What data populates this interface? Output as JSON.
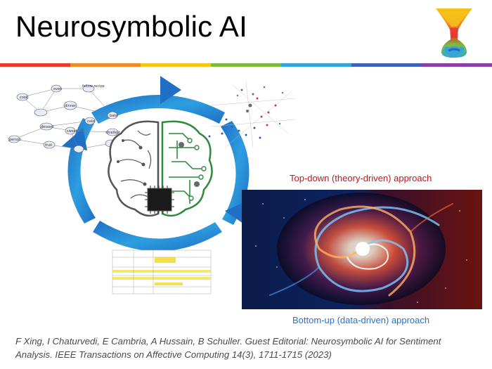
{
  "slide": {
    "title": "Neurosymbolic AI",
    "top_label": "Top-down (theory-driven) approach",
    "bottom_label": "Bottom-up (data-driven) approach",
    "citation": "F Xing, I Chaturvedi, E Cambria, A Hussain, B Schuller. Guest Editorial: Neurosymbolic AI for Sentiment Analysis. IEEE Transactions on Affective Computing 14(3), 1711-1715 (2023)"
  },
  "colors": {
    "title": "#000000",
    "top_label": "#c0161c",
    "bottom_label": "#2a6fd4",
    "citation": "#4a4a4a",
    "cycle_arrow": "#2d8fd6",
    "stripe": [
      "#e63b2e",
      "#f08a24",
      "#f5c518",
      "#7dbb3c",
      "#2fa7d8",
      "#3d5fbf",
      "#8a3fa8"
    ]
  },
  "icons": {
    "logo": "funnel-logo-icon",
    "brain": "brain-circuit-icon",
    "chip": "chip-icon"
  },
  "semantic_graph": {
    "nodes": [
      "cook",
      "oven",
      "bake",
      "cake",
      "dessert",
      "sweet",
      "person",
      "follow recipe",
      "smallest",
      "dinner",
      "fruit"
    ]
  }
}
